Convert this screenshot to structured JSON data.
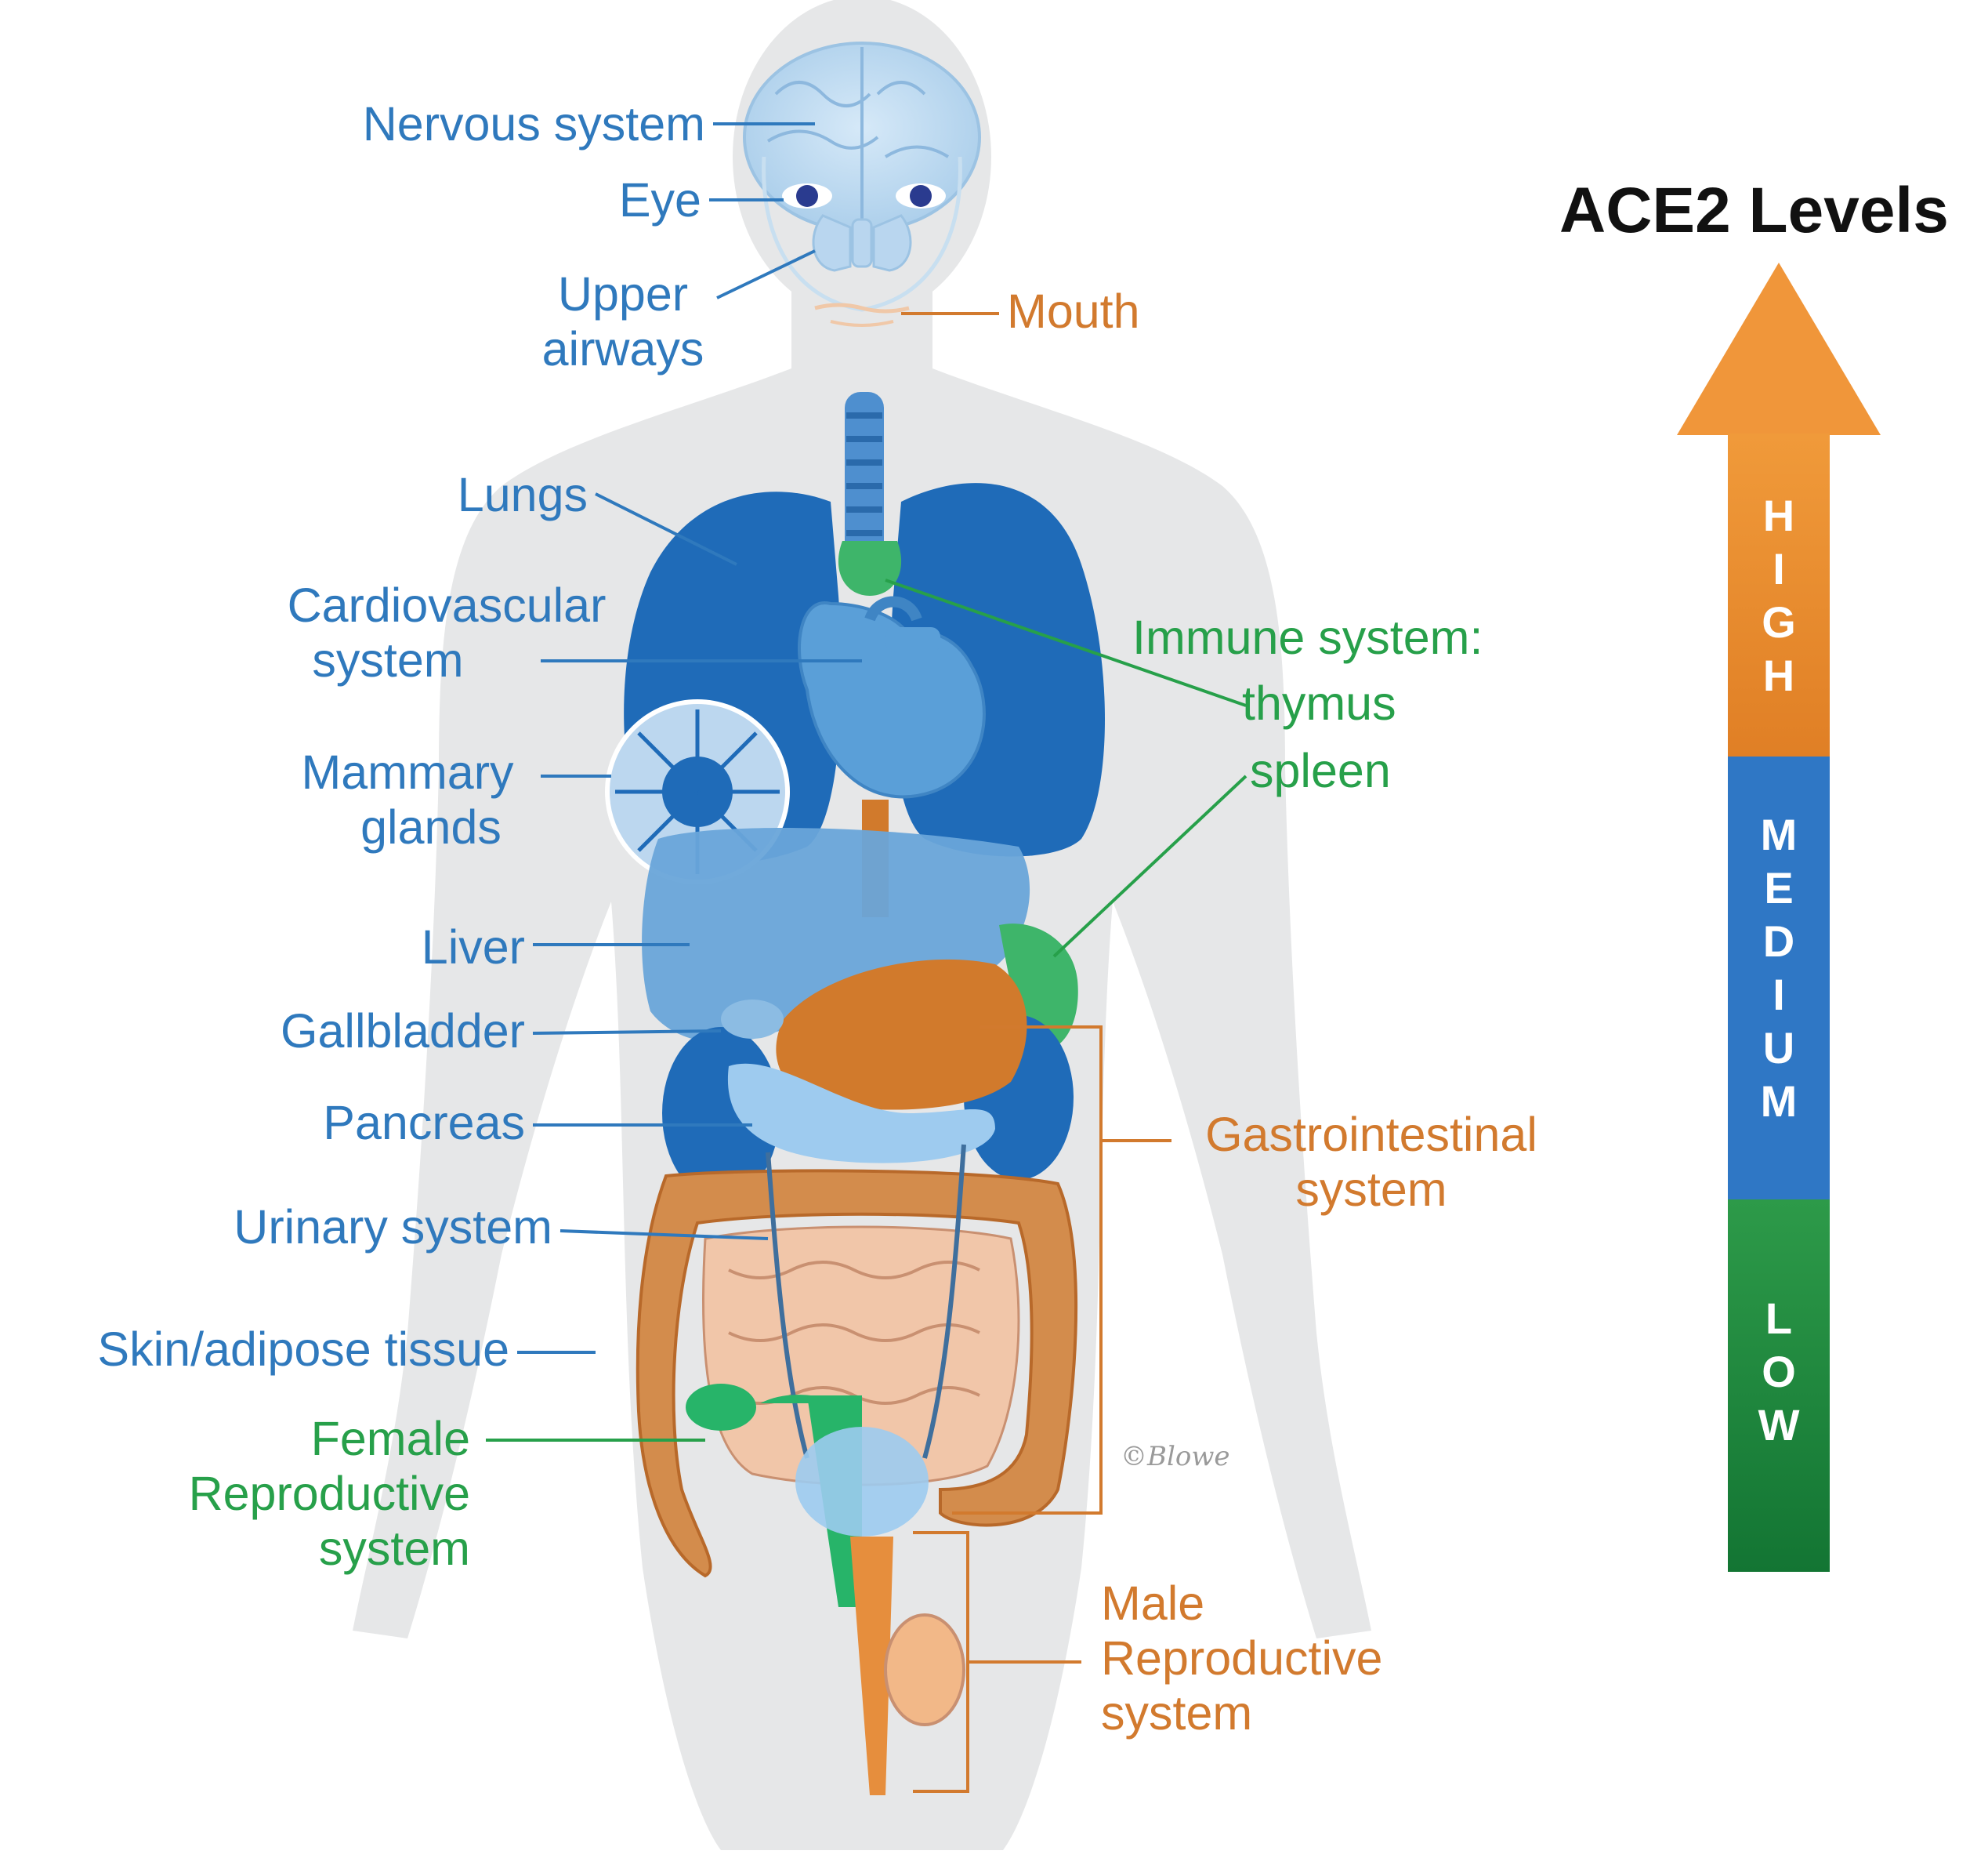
{
  "legend": {
    "title": "ACE2 Levels",
    "levels": [
      {
        "name": "HIGH",
        "color": "#e98a2c"
      },
      {
        "name": "MEDIUM",
        "color": "#2f77c5"
      },
      {
        "name": "LOW",
        "color": "#1f8f3f"
      }
    ]
  },
  "colors": {
    "high": "#d27a2e",
    "medium": "#2f79bd",
    "low": "#27a04a"
  },
  "labels": {
    "nervous_system": "Nervous system",
    "eye": "Eye",
    "upper_airways": [
      "Upper",
      "airways"
    ],
    "mouth": "Mouth",
    "lungs": "Lungs",
    "cardiovascular_system": [
      "Cardiovascular",
      "system"
    ],
    "immune_system": "Immune system:",
    "thymus": "thymus",
    "spleen": "spleen",
    "mammary_glands": [
      "Mammary",
      "glands"
    ],
    "liver": "Liver",
    "gallbladder": "Gallbladder",
    "pancreas": "Pancreas",
    "gastrointestinal_system": [
      "Gastrointestinal",
      "system"
    ],
    "urinary_system": "Urinary system",
    "skin_adipose": "Skin/adipose tissue",
    "female_reproductive": [
      "Female",
      "Reproductive",
      "system"
    ],
    "male_reproductive": [
      "Male",
      "Reproductive",
      "system"
    ]
  },
  "watermark": "©Blowe"
}
